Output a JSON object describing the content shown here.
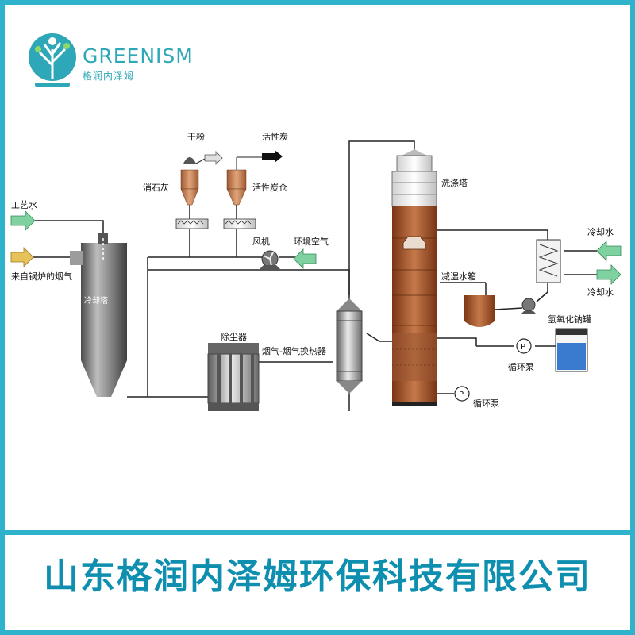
{
  "brand": {
    "name_en": "GREENISM",
    "name_cn": "格润内泽姆",
    "company": "山东格润内泽姆环保科技有限公司"
  },
  "labels": {
    "process_water": "工艺水",
    "boiler_flue_gas": "来自锅炉的烟气",
    "quench_tower": "冷却塔",
    "dry_powder": "干粉",
    "activated_carbon": "活性炭",
    "slaked_lime": "消石灰",
    "activated_carbon_silo": "活性炭仓",
    "fan": "风机",
    "ambient_air": "环境空气",
    "dust_collector": "除尘器",
    "gas_gas_heat_exchanger": "烟气-烟气换热器",
    "scrubber": "洗涤塔",
    "cooling_water_in": "冷却水",
    "cooling_water_out": "冷却水",
    "desuperheat_tank": "减湿水箱",
    "naoh_tank": "氢氧化钠罐",
    "circulation_pump_1": "循环泵",
    "circulation_pump_2": "循环泵",
    "pump_symbol": "P"
  },
  "colors": {
    "frame": "#2fb3cd",
    "company_text": "#0f8fb0",
    "steel": "#7d7d7d",
    "brown": "#a5552c",
    "arrow_green": "#7fd1a0",
    "arrow_yellow": "#e6c25a",
    "tank_blue": "#3a7bd0"
  }
}
